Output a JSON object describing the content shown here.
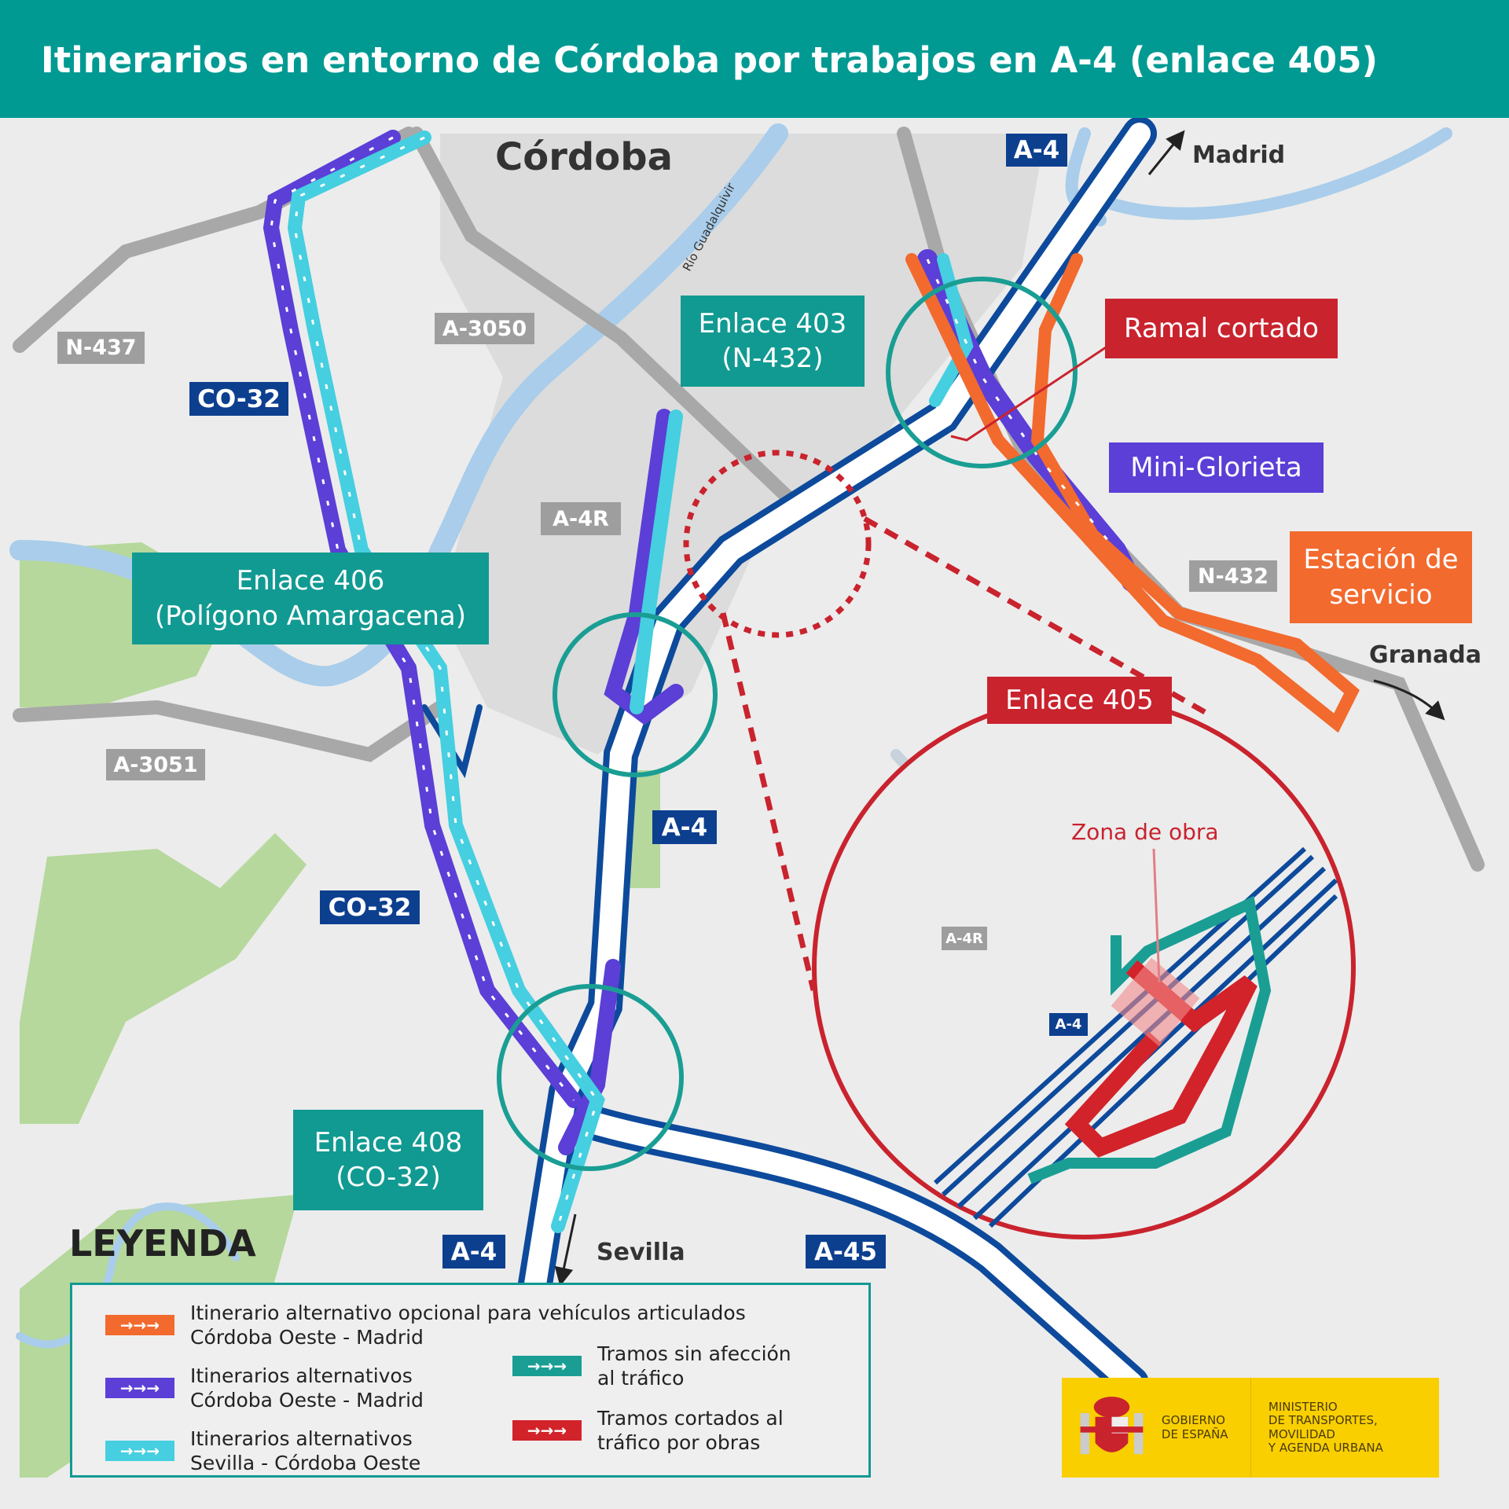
{
  "title": "Itinerarios en entorno de Córdoba por trabajos en A-4 (enlace 405)",
  "places": {
    "city": "Córdoba",
    "river": "Río Guadalquivir",
    "madrid": "Madrid",
    "granada": "Granada",
    "sevilla": "Sevilla"
  },
  "roads": {
    "a4_top": "A-4",
    "n437": "N-437",
    "co32_a": "CO-32",
    "a3050": "A-3050",
    "a4r": "A-4R",
    "n432": "N-432",
    "a3051": "A-3051",
    "a4_mid": "A-4",
    "co32_b": "CO-32",
    "a4_bottom": "A-4",
    "a45": "A-45",
    "a4r_inset": "A-4R",
    "a4_inset": "A-4"
  },
  "callouts": {
    "enlace403": [
      "Enlace 403",
      "(N-432)"
    ],
    "ramal": "Ramal cortado",
    "miniglorieta": "Mini-Glorieta",
    "enlace406": [
      "Enlace 406",
      "(Polígono Amargacena)"
    ],
    "estacion": [
      "Estación de",
      "servicio"
    ],
    "enlace405": "Enlace 405",
    "zona": "Zona de obra",
    "enlace408": [
      "Enlace 408",
      "(CO-32)"
    ]
  },
  "legend": {
    "title": "LEYENDA",
    "items": [
      {
        "lines": [
          "Itinerario alternativo opcional para vehículos articulados",
          "Córdoba Oeste - Madrid"
        ],
        "color": "#f26a2e"
      },
      {
        "lines": [
          "Itinerarios alternativos",
          "Córdoba Oeste - Madrid"
        ],
        "color": "#5b3fd6"
      },
      {
        "lines": [
          "Itinerarios alternativos",
          "Sevilla - Córdoba Oeste"
        ],
        "color": "#45cfe0"
      },
      {
        "lines": [
          "Tramos sin afección",
          "al tráfico"
        ],
        "color": "#1a9e94"
      },
      {
        "lines": [
          "Tramos cortados al",
          "tráfico por obras"
        ],
        "color": "#d2232a"
      }
    ]
  },
  "logo": {
    "gov": [
      "GOBIERNO",
      "DE ESPAÑA"
    ],
    "ministry": [
      "MINISTERIO",
      "DE TRANSPORTES, MOVILIDAD",
      "Y AGENDA URBANA"
    ]
  }
}
